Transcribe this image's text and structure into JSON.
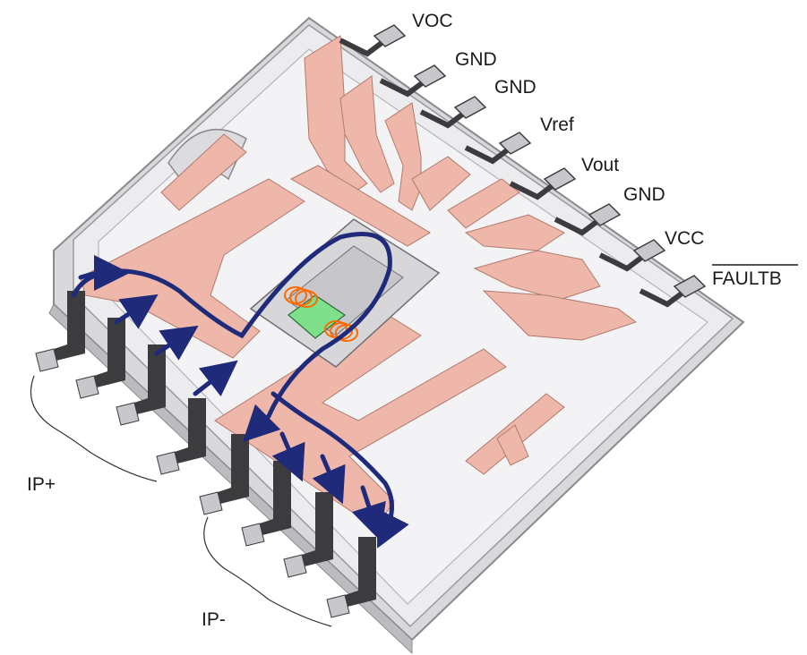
{
  "pins_right": [
    {
      "id": "voc",
      "label": "VOC",
      "overline": false
    },
    {
      "id": "gnd-1",
      "label": "GND",
      "overline": false
    },
    {
      "id": "gnd-2",
      "label": "GND",
      "overline": false
    },
    {
      "id": "vref",
      "label": "Vref",
      "overline": false
    },
    {
      "id": "vout",
      "label": "Vout",
      "overline": false
    },
    {
      "id": "gnd-3",
      "label": "GND",
      "overline": false
    },
    {
      "id": "vcc",
      "label": "VCC",
      "overline": false
    },
    {
      "id": "faultb",
      "label": "FAULTB",
      "overline": true
    }
  ],
  "pin_groups_left": [
    {
      "id": "ip-plus",
      "label": "IP+"
    },
    {
      "id": "ip-minus",
      "label": "IP-"
    }
  ],
  "colors": {
    "package_body": "#e6e6e9",
    "package_edge": "#8a8a8e",
    "copper": "#eeb7a9",
    "copper_edge": "#b07a6c",
    "lead_top": "#c8c8cc",
    "lead_side": "#3c3c3f",
    "current_path": "#1f2a7a",
    "die": "#7ee08a",
    "coil": "#ff6a00"
  }
}
